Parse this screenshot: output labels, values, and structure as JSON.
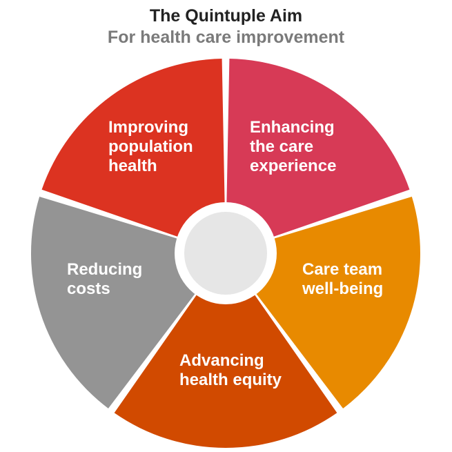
{
  "title": "The Quintuple Aim",
  "subtitle": "For health care improvement",
  "segments": [
    {
      "lines": [
        "Improving",
        "population",
        "health"
      ],
      "color": "#dc3321"
    },
    {
      "lines": [
        "Enhancing",
        "the care",
        "experience"
      ],
      "color": "#d73a56"
    },
    {
      "lines": [
        "Care team",
        "well-being"
      ],
      "color": "#e88a00"
    },
    {
      "lines": [
        "Advancing",
        "health equity"
      ],
      "color": "#d14a00"
    },
    {
      "lines": [
        "Reducing",
        "costs"
      ],
      "color": "#949494"
    }
  ],
  "center_color": "#e6e6e6"
}
